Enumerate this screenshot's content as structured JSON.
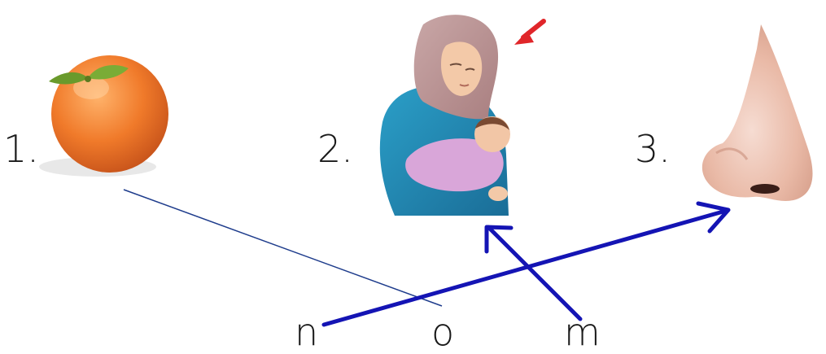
{
  "items": [
    {
      "number": "1.",
      "picture": "orange-icon"
    },
    {
      "number": "2.",
      "picture": "mother-with-baby-icon"
    },
    {
      "number": "3.",
      "picture": "nose-icon"
    }
  ],
  "letters": [
    "n",
    "o",
    "m"
  ],
  "connections": [
    {
      "from": "n",
      "to": "3.",
      "style": "arrow"
    },
    {
      "from": "m",
      "to": "2.",
      "style": "arrow"
    },
    {
      "from": "o",
      "to": "1.",
      "style": "thin-line"
    }
  ],
  "colors": {
    "arrow": "#1414b4",
    "thin_line": "#1e3c8c",
    "marker": "#e0262a",
    "text": "#1a1a1a"
  },
  "marker": "red-arrow-icon"
}
